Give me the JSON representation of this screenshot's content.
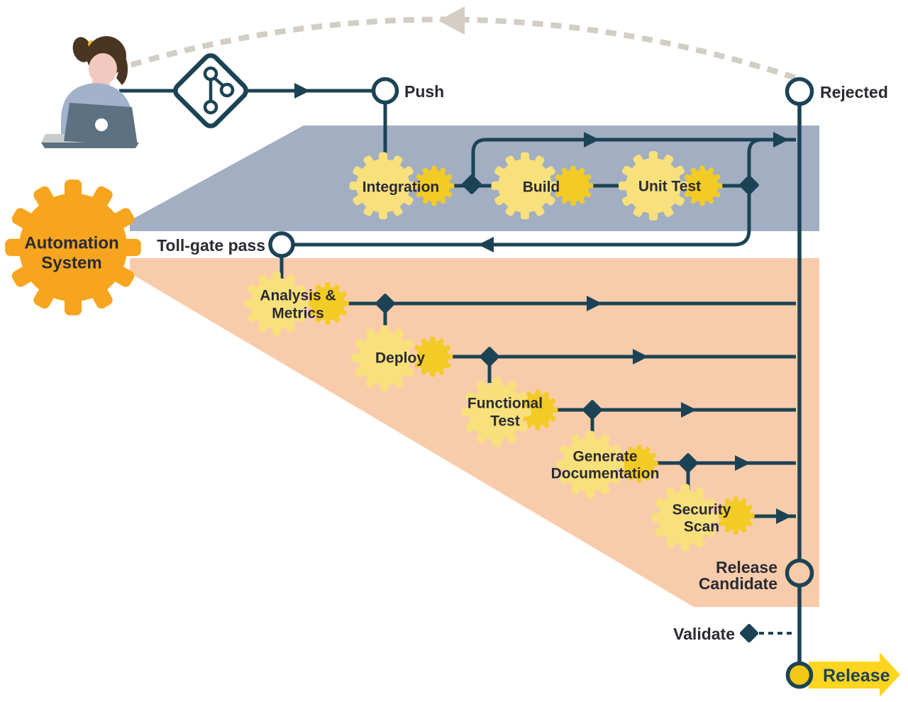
{
  "colors": {
    "navy": "#1C4355",
    "label": "#2A2A33",
    "band_gray": "#A2AEC2",
    "band_peach": "#F8CCAB",
    "gear_light": "#F8E07B",
    "gear_gold": "#F3CB25",
    "automation_orange": "#F7A51E",
    "release_yellow": "#FFD51F",
    "release_circle": "#F3C813",
    "arc_gray": "#D3CDC3",
    "white": "#FFFFFF",
    "skin": "#F1C9BE",
    "hair": "#4A3523",
    "hairband": "#EFB32B",
    "sweater": "#A3B2CB",
    "laptop": "#5C7181",
    "laptop_base": "#C9CCCA"
  },
  "icons": {
    "git_branch": "git-branch",
    "gear": "gear",
    "developer": "person-at-laptop"
  },
  "actors": {
    "automation": {
      "line1": "Automation",
      "line2": "System"
    }
  },
  "nodes": {
    "push": {
      "label": "Push"
    },
    "rejected": {
      "label": "Rejected"
    },
    "tollgate": {
      "label": "Toll-gate pass"
    },
    "release_candidate": {
      "line1": "Release",
      "line2": "Candidate"
    },
    "validate": {
      "label": "Validate"
    },
    "release": {
      "label": "Release"
    }
  },
  "stages": {
    "integration": {
      "label": "Integration"
    },
    "build": {
      "label": "Build"
    },
    "unit_test": {
      "label": "Unit Test"
    },
    "analysis_metrics": {
      "line1": "Analysis &",
      "line2": "Metrics"
    },
    "deploy": {
      "label": "Deploy"
    },
    "functional_test": {
      "line1": "Functional",
      "line2": "Test"
    },
    "generate_documentation": {
      "line1": "Generate",
      "line2": "Documentation"
    },
    "security_scan": {
      "line1": "Security",
      "line2": "Scan"
    }
  }
}
